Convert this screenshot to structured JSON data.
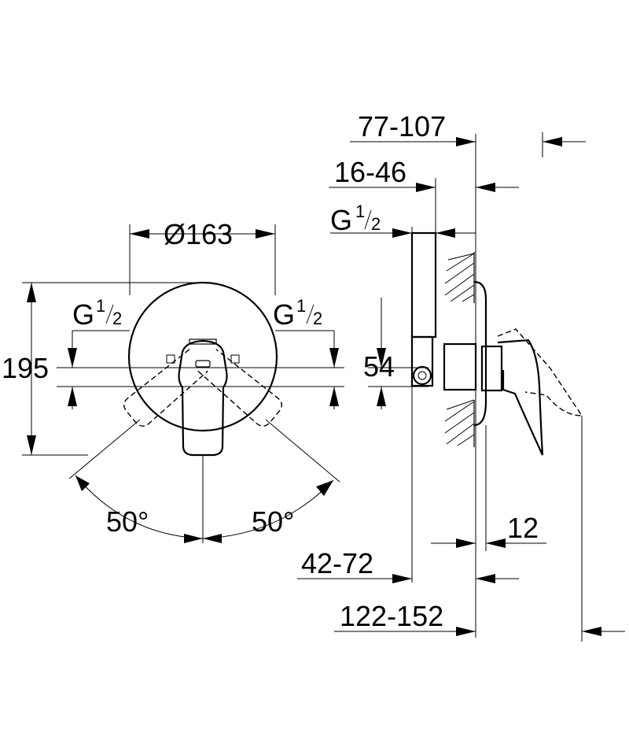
{
  "front_view": {
    "diameter": "Ø163",
    "height": "195",
    "thread_left": {
      "base": "G",
      "sup": "1",
      "sub": "2"
    },
    "thread_right": {
      "base": "G",
      "sup": "1",
      "sub": "2"
    },
    "angle_left": "50°",
    "angle_right": "50°"
  },
  "side_view": {
    "dim_77_107": "77-107",
    "dim_16_46": "16-46",
    "thread": {
      "base": "G",
      "sup": "1",
      "sub": "2"
    },
    "dim_54": "54",
    "dim_12": "12",
    "dim_42_72": "42-72",
    "dim_122_152": "122-152"
  }
}
